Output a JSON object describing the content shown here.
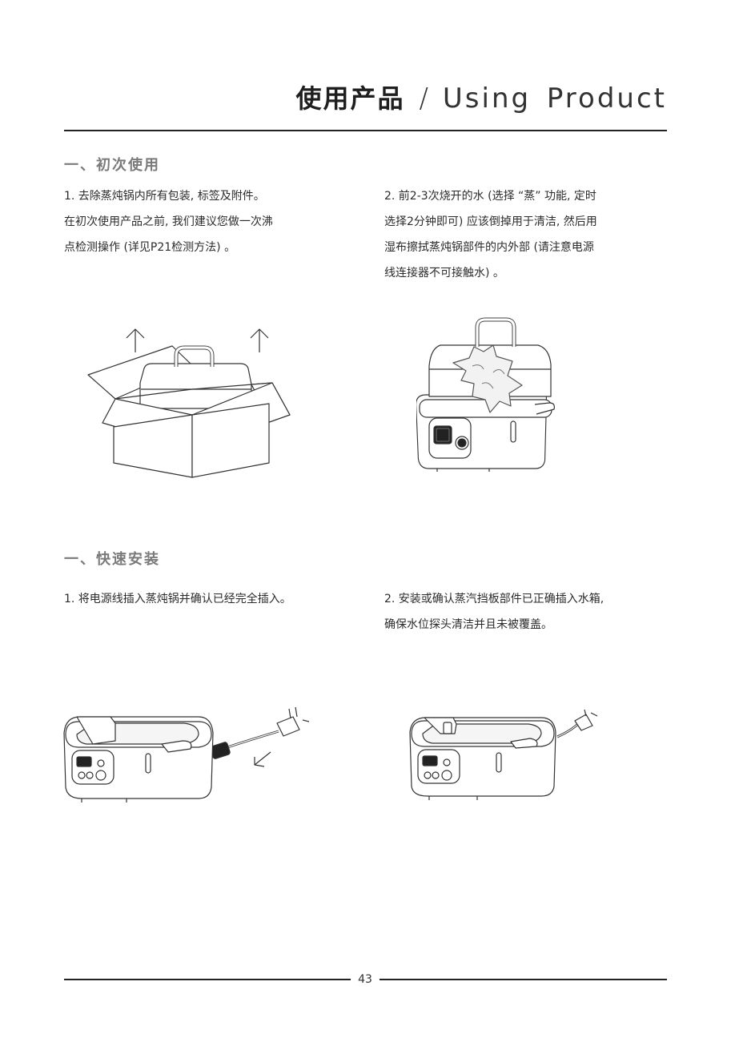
{
  "header": {
    "title_cn": "使用产品",
    "separator": "/",
    "title_en": "Using Product"
  },
  "sections": [
    {
      "heading": "一、初次使用",
      "steps": [
        {
          "lines": [
            "1. 去除蒸炖锅内所有包装, 标签及附件。",
            "在初次使用产品之前, 我们建议您做一次沸",
            "点检测操作 (详见P21检测方法) 。"
          ],
          "illustration": "box-unpacking-illustration"
        },
        {
          "lines": [
            "2. 前2-3次烧开的水 (选择 “蒸” 功能, 定时",
            "选择2分钟即可) 应该倒掉用于清洁, 然后用",
            "湿布擦拭蒸炖锅部件的内外部 (请注意电源",
            "线连接器不可接触水) 。"
          ],
          "illustration": "wipe-cooker-illustration"
        }
      ]
    },
    {
      "heading": "一、快速安装",
      "steps": [
        {
          "lines": [
            "1. 将电源线插入蒸炖锅并确认已经完全插入。"
          ],
          "illustration": "plug-power-cord-illustration"
        },
        {
          "lines": [
            "2. 安装或确认蒸汽挡板部件已正确插入水箱,",
            "确保水位探头清洁并且未被覆盖。"
          ],
          "illustration": "steam-baffle-illustration"
        }
      ]
    }
  ],
  "footer": {
    "page_number": "43"
  }
}
